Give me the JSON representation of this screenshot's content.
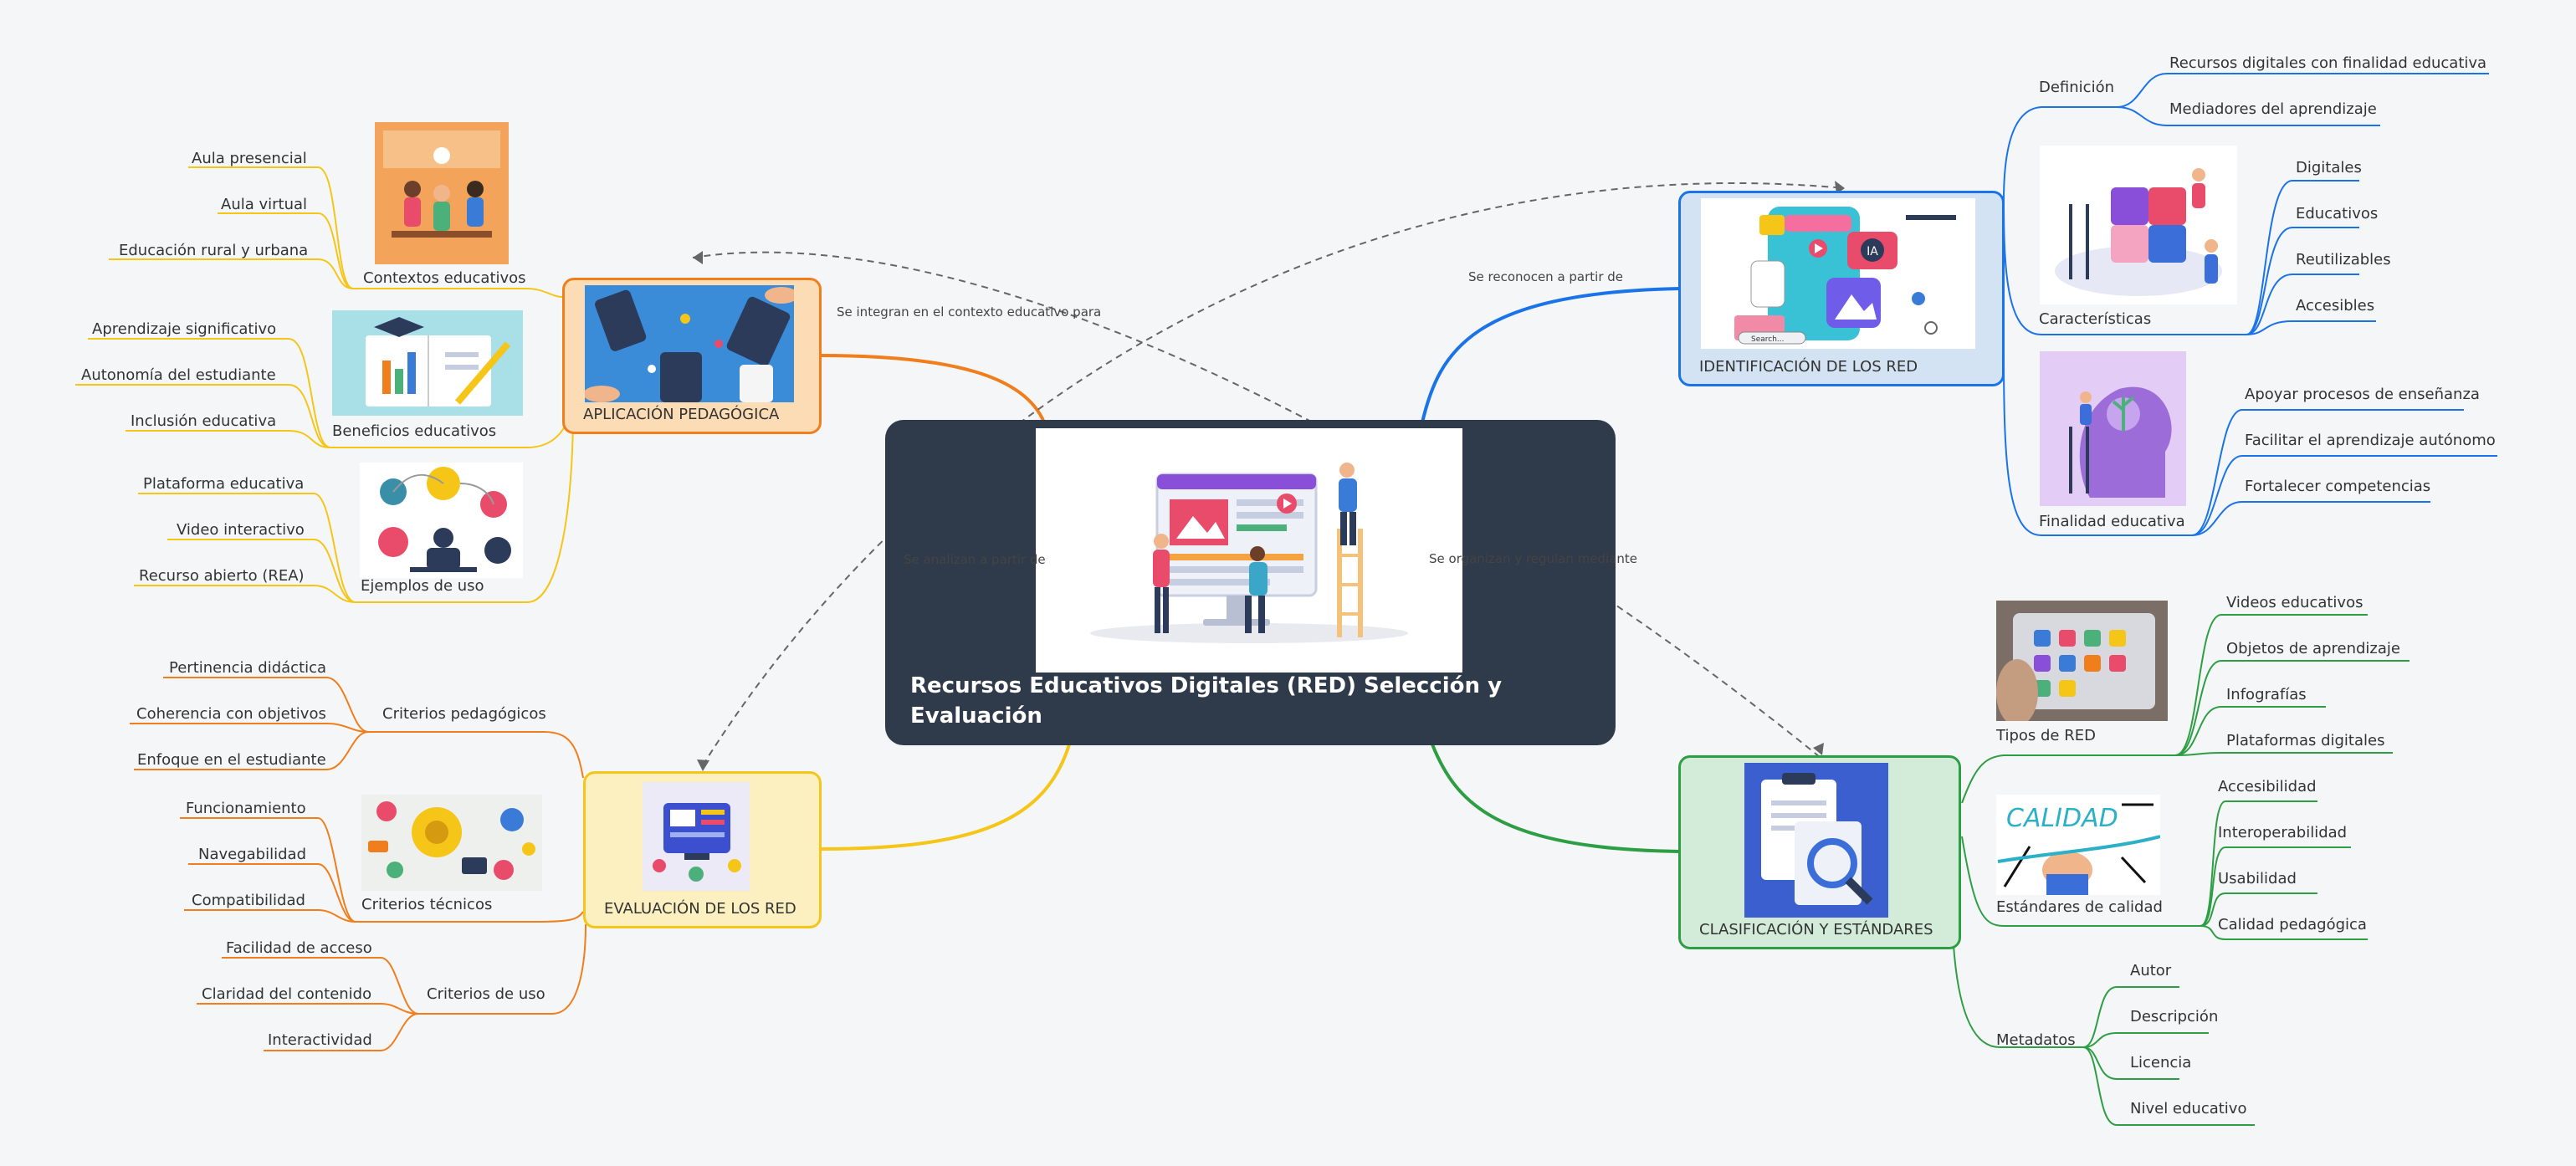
{
  "center": {
    "title": "Recursos Educativos Digitales (RED) Selección y Evaluación"
  },
  "colors": {
    "background": "#f5f6f8",
    "center": "#2f3a4b",
    "identificacion": "#1a73e8",
    "clasificacion": "#2e9e44",
    "aplicacion": "#f07e1c",
    "evaluacion": "#f5c518",
    "evaluacion_sub": "#f07e1c",
    "relation": "#666666"
  },
  "branches": {
    "identificacion": {
      "label": "IDENTIFICACIÓN DE LOS RED",
      "topics": [
        {
          "label": "Definición",
          "items": [
            "Recursos digitales con finalidad educativa",
            "Mediadores del aprendizaje"
          ]
        },
        {
          "label": "Características",
          "items": [
            "Digitales",
            "Educativos",
            "Reutilizables",
            "Accesibles"
          ]
        },
        {
          "label": "Finalidad educativa",
          "items": [
            "Apoyar procesos de enseñanza",
            "Facilitar el aprendizaje autónomo",
            "Fortalecer competencias"
          ]
        }
      ]
    },
    "clasificacion": {
      "label": "CLASIFICACIÓN Y ESTÁNDARES",
      "topics": [
        {
          "label": "Tipos de RED",
          "items": [
            "Videos educativos",
            "Objetos de aprendizaje",
            "Infografías",
            "Plataformas digitales"
          ]
        },
        {
          "label": "Estándares de calidad",
          "items": [
            "Accesibilidad",
            "Interoperabilidad",
            "Usabilidad",
            "Calidad pedagógica"
          ]
        },
        {
          "label": "Metadatos",
          "items": [
            "Autor",
            "Descripción",
            "Licencia",
            "Nivel educativo"
          ]
        }
      ]
    },
    "aplicacion": {
      "label": "APLICACIÓN PEDAGÓGICA",
      "topics": [
        {
          "label": "Contextos educativos",
          "items": [
            "Aula presencial",
            "Aula virtual",
            "Educación rural y urbana"
          ]
        },
        {
          "label": "Beneficios educativos",
          "items": [
            "Aprendizaje significativo",
            "Autonomía del estudiante",
            "Inclusión educativa"
          ]
        },
        {
          "label": "Ejemplos de uso",
          "items": [
            "Plataforma educativa",
            "Video interactivo",
            "Recurso abierto (REA)"
          ]
        }
      ]
    },
    "evaluacion": {
      "label": "EVALUACIÓN DE LOS RED",
      "topics": [
        {
          "label": "Criterios pedagógicos",
          "items": [
            "Pertinencia didáctica",
            "Coherencia con objetivos",
            "Enfoque en el estudiante"
          ]
        },
        {
          "label": "Criterios técnicos",
          "items": [
            "Funcionamiento",
            "Navegabilidad",
            "Compatibilidad"
          ]
        },
        {
          "label": "Criterios de uso",
          "items": [
            "Facilidad de acceso",
            "Claridad del contenido",
            "Interactividad"
          ]
        }
      ]
    }
  },
  "relations": [
    "Se reconocen a partir de",
    "Se integran en el contexto educativo para",
    "Se analizan a partir de",
    "Se organizan y regulan mediante"
  ],
  "badge_text": {
    "ia": "IA",
    "search": "Search...",
    "calidad": "CALIDAD"
  }
}
